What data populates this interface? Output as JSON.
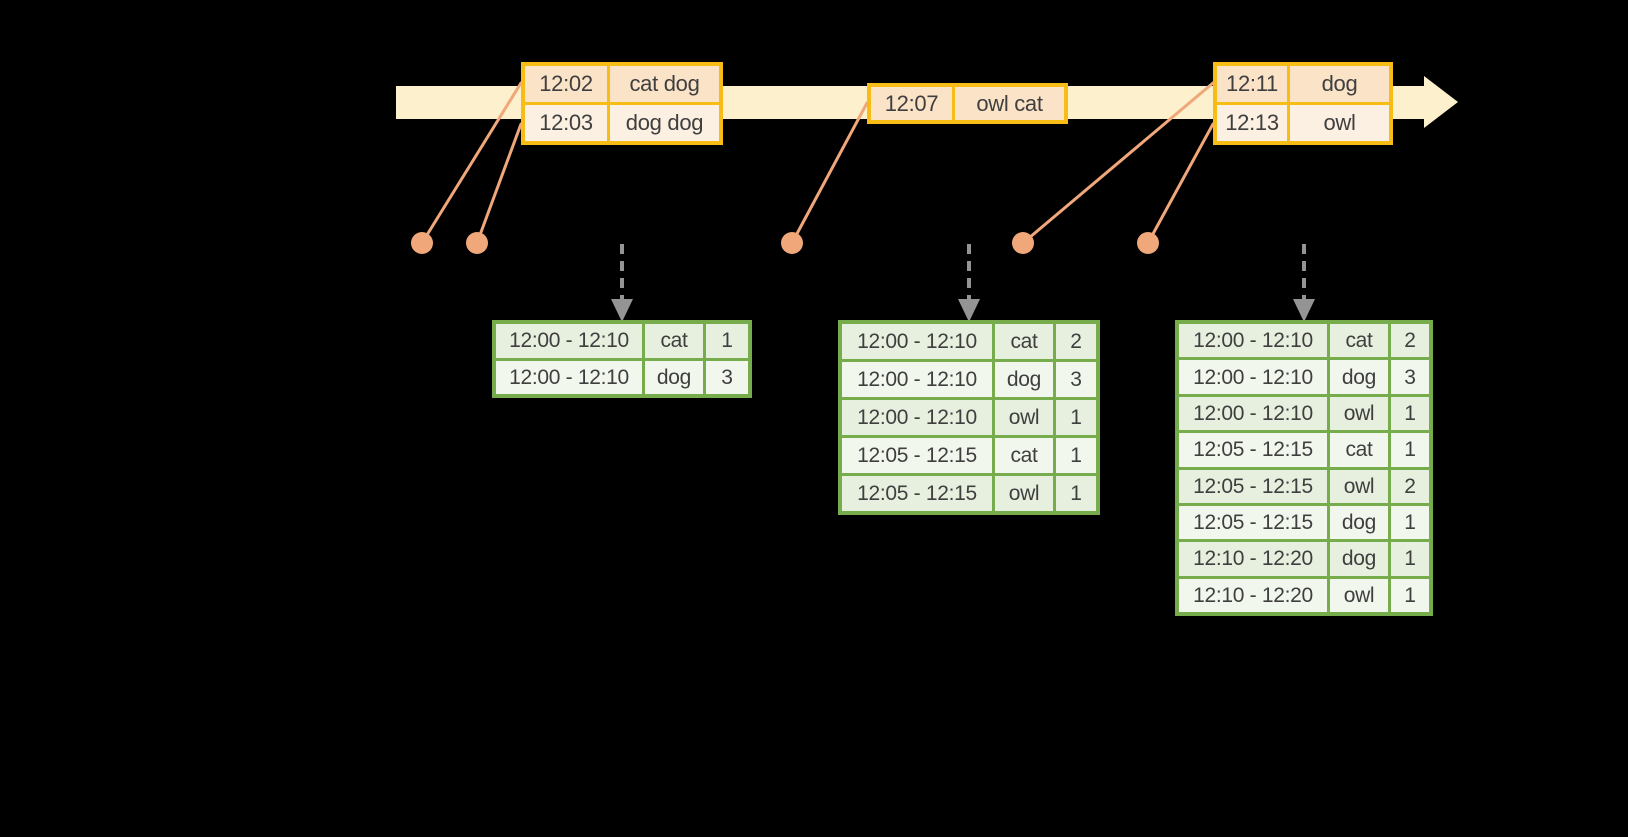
{
  "colors": {
    "background": "#000000",
    "timeline_band": "#FCF1CC",
    "event_box_border": "#F8BC16",
    "event_row_primary": "#FBE3C8",
    "event_row_secondary": "#FCF0E2",
    "event_line_dot": "#F0A779",
    "result_table_border": "#77AC4C",
    "result_row_odd": "#E7F0DF",
    "result_row_even": "#F2F7EE",
    "trigger_arrow_gray": "#949494",
    "text": "#3F3F3F"
  },
  "event_stream": {
    "boxes": [
      {
        "rows": [
          {
            "time": "12:02",
            "words": "cat dog"
          },
          {
            "time": "12:03",
            "words": "dog dog"
          }
        ]
      },
      {
        "rows": [
          {
            "time": "12:07",
            "words": "owl cat"
          }
        ]
      },
      {
        "rows": [
          {
            "time": "12:11",
            "words": "dog"
          },
          {
            "time": "12:13",
            "words": "owl"
          }
        ]
      }
    ]
  },
  "result_tables": [
    {
      "rows": [
        {
          "window": "12:00 - 12:10",
          "word": "cat",
          "count": "1"
        },
        {
          "window": "12:00 - 12:10",
          "word": "dog",
          "count": "3"
        }
      ]
    },
    {
      "rows": [
        {
          "window": "12:00 - 12:10",
          "word": "cat",
          "count": "2"
        },
        {
          "window": "12:00 - 12:10",
          "word": "dog",
          "count": "3"
        },
        {
          "window": "12:00 - 12:10",
          "word": "owl",
          "count": "1"
        },
        {
          "window": "12:05 - 12:15",
          "word": "cat",
          "count": "1"
        },
        {
          "window": "12:05 - 12:15",
          "word": "owl",
          "count": "1"
        }
      ]
    },
    {
      "rows": [
        {
          "window": "12:00 - 12:10",
          "word": "cat",
          "count": "2"
        },
        {
          "window": "12:00 - 12:10",
          "word": "dog",
          "count": "3"
        },
        {
          "window": "12:00 - 12:10",
          "word": "owl",
          "count": "1"
        },
        {
          "window": "12:05 - 12:15",
          "word": "cat",
          "count": "1"
        },
        {
          "window": "12:05 - 12:15",
          "word": "owl",
          "count": "2"
        },
        {
          "window": "12:05 - 12:15",
          "word": "dog",
          "count": "1"
        },
        {
          "window": "12:10 - 12:20",
          "word": "dog",
          "count": "1"
        },
        {
          "window": "12:10 - 12:20",
          "word": "owl",
          "count": "1"
        }
      ]
    }
  ]
}
